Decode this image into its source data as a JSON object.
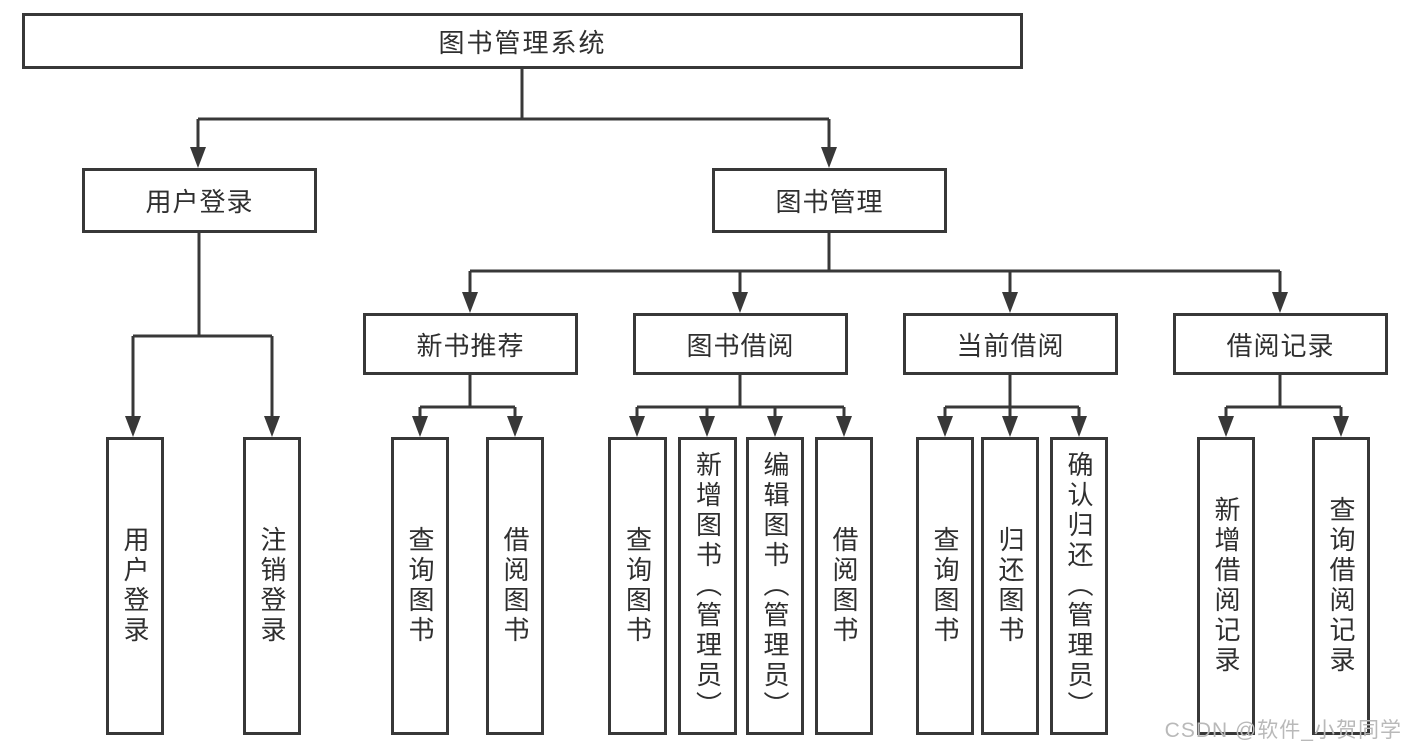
{
  "tree": {
    "root": "图书管理系统",
    "login": {
      "label": "用户登录",
      "children": [
        "用户登录",
        "注销登录"
      ]
    },
    "mgmt": {
      "label": "图书管理",
      "groups": [
        {
          "label": "新书推荐",
          "children": [
            "查询图书",
            "借阅图书"
          ]
        },
        {
          "label": "图书借阅",
          "children": [
            "查询图书",
            "新增图书（管理员）",
            "编辑图书（管理员）",
            "借阅图书"
          ]
        },
        {
          "label": "当前借阅",
          "children": [
            "查询图书",
            "归还图书",
            "确认归还（管理员）"
          ]
        },
        {
          "label": "借阅记录",
          "children": [
            "新增借阅记录",
            "查询借阅记录"
          ]
        }
      ]
    }
  },
  "watermark": "CSDN @软件_小贺同学",
  "colors": {
    "line": "#383838",
    "text": "#2f2f2f",
    "watermark": "#b9b9b9",
    "background": "#ffffff"
  }
}
